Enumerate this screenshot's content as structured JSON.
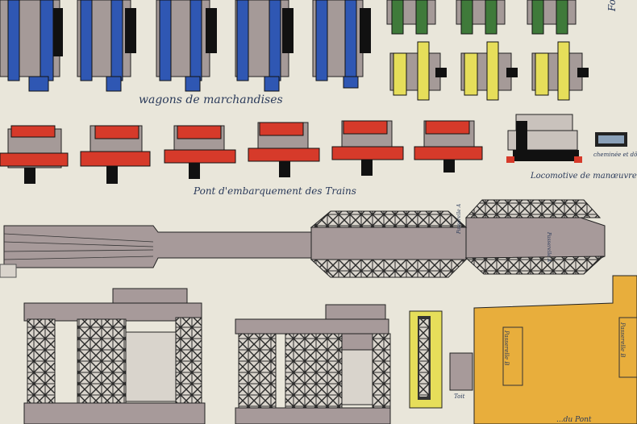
{
  "labels": {
    "wagons": "wagons de marchandises",
    "pont": "Pont d'embarquement des Trains",
    "locomotive": "Locomotive de manœuvre",
    "cheminee": "cheminée et dômes",
    "fourgon": "Fourg",
    "toit": "Toit",
    "passerelle_a": "Passerelle A",
    "passerelle_b": "Passerelle B",
    "du_pont": "...du Pont"
  },
  "colors": {
    "paper": "#e9e6da",
    "blue": "#2f57b3",
    "green": "#3f7a3a",
    "yellow": "#e6de5a",
    "red": "#d63a2a",
    "mauve": "#a79a9a",
    "orange": "#e8ae3c",
    "ink": "#1a1a1a"
  }
}
